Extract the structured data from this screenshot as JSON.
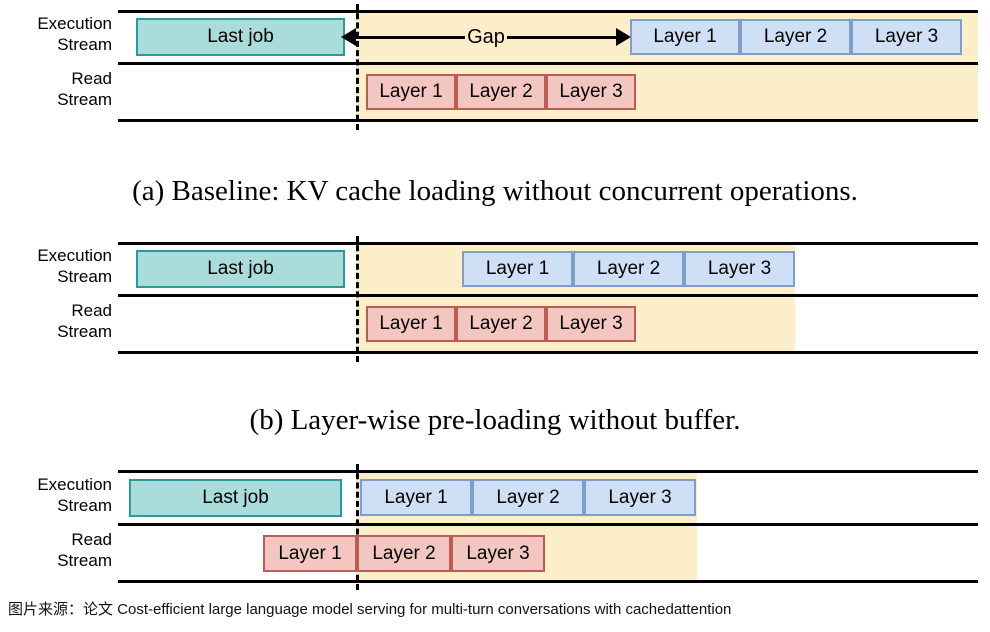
{
  "figure": {
    "row_labels": {
      "execution": [
        "Execution",
        "Stream"
      ],
      "read": [
        "Read",
        "Stream"
      ]
    },
    "colors": {
      "band": "#fdeeca",
      "teal_fill": "#a9dcdb",
      "teal_border": "#2c9a9a",
      "blue_fill": "#cfdff5",
      "blue_border": "#7e9fcb",
      "red_fill": "#f3c6c2",
      "red_border": "#bd5b55",
      "axis": "#000000"
    },
    "panels": [
      {
        "id": "a",
        "caption": "(a) Baseline: KV cache loading without concurrent operations.",
        "execution_stream": {
          "last_job": "Last job",
          "gap_label": "Gap",
          "layers": [
            "Layer 1",
            "Layer 2",
            "Layer 3"
          ]
        },
        "read_stream": {
          "layers": [
            "Layer 1",
            "Layer 2",
            "Layer 3"
          ]
        }
      },
      {
        "id": "b",
        "caption": "(b) Layer-wise pre-loading without buffer.",
        "execution_stream": {
          "last_job": "Last job",
          "layers": [
            "Layer 1",
            "Layer 2",
            "Layer 3"
          ]
        },
        "read_stream": {
          "layers": [
            "Layer 1",
            "Layer 2",
            "Layer 3"
          ]
        }
      },
      {
        "id": "c",
        "caption": "",
        "execution_stream": {
          "last_job": "Last job",
          "layers": [
            "Layer 1",
            "Layer 2",
            "Layer 3"
          ]
        },
        "read_stream": {
          "layers": [
            "Layer 1",
            "Layer 2",
            "Layer 3"
          ]
        }
      }
    ],
    "attribution": "图片来源：论文 Cost-efficient large language model serving for multi-turn conversations with cachedattention"
  }
}
